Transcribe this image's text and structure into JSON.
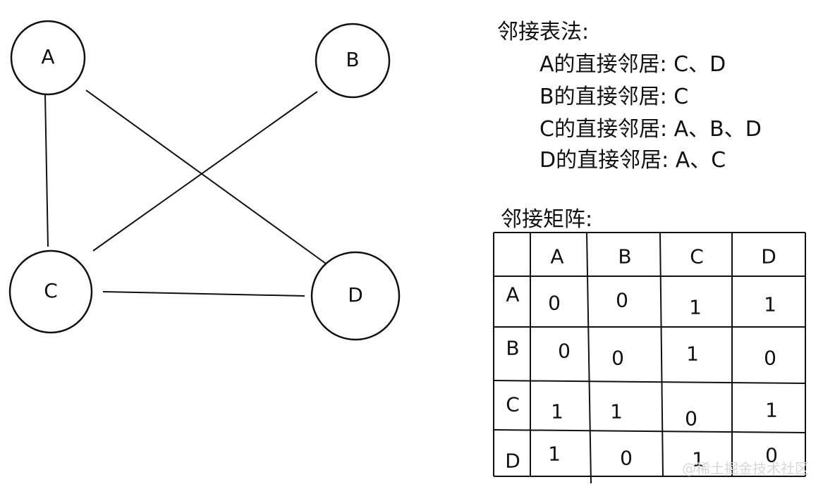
{
  "graph": {
    "nodes": [
      {
        "id": "A",
        "label": "A"
      },
      {
        "id": "B",
        "label": "B"
      },
      {
        "id": "C",
        "label": "C"
      },
      {
        "id": "D",
        "label": "D"
      }
    ],
    "edges": [
      [
        "A",
        "C"
      ],
      [
        "A",
        "D"
      ],
      [
        "B",
        "C"
      ],
      [
        "C",
        "D"
      ]
    ]
  },
  "adjacency_list": {
    "title": "邻接表法:",
    "rows": [
      "A的直接邻居: C、D",
      "B的直接邻居: C",
      "C的直接邻居: A、B、D",
      "D的直接邻居: A、C"
    ]
  },
  "adjacency_matrix": {
    "title": "邻接矩阵:",
    "column_headers": [
      "A",
      "B",
      "C",
      "D"
    ],
    "row_headers": [
      "A",
      "B",
      "C",
      "D"
    ],
    "values": [
      [
        "0",
        "0",
        "1",
        "1"
      ],
      [
        "0",
        "0",
        "1",
        "0"
      ],
      [
        "1",
        "1",
        "0",
        "1"
      ],
      [
        "1",
        "0",
        "1",
        "0"
      ]
    ]
  },
  "watermark": "@稀土掘金技术社区"
}
